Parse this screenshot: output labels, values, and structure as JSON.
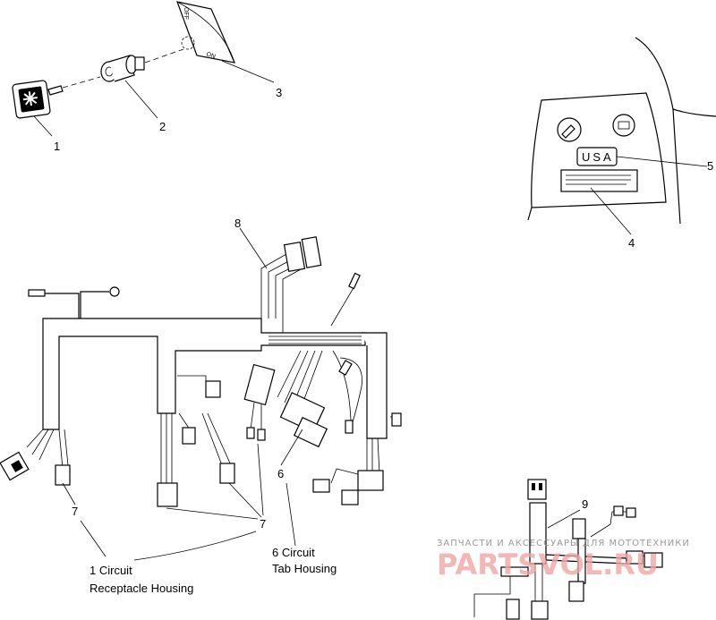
{
  "callouts": {
    "c1": "1",
    "c2": "2",
    "c3": "3",
    "c4": "4",
    "c5": "5",
    "c6": "6",
    "c7a": "7",
    "c7b": "7",
    "c8": "8",
    "c9": "9"
  },
  "switch_plate": {
    "off_label": "OFF",
    "on_label": "ON"
  },
  "decal": {
    "usa_label": "USA"
  },
  "annotations": {
    "tab_line1": "6 Circuit",
    "tab_line2": "Tab Housing",
    "receptacle_line1": "1 Circuit",
    "receptacle_line2": "Receptacle Housing"
  },
  "watermark": {
    "text": "ЗАПЧАСТИ И АКСЕССУАРЫ ДЛЯ МОТОТЕХНИКИ",
    "logo": "PARTSVOL.RU"
  },
  "colors": {
    "line": "#000000",
    "background": "#ffffff",
    "watermark_red": "#f0a6a6"
  }
}
